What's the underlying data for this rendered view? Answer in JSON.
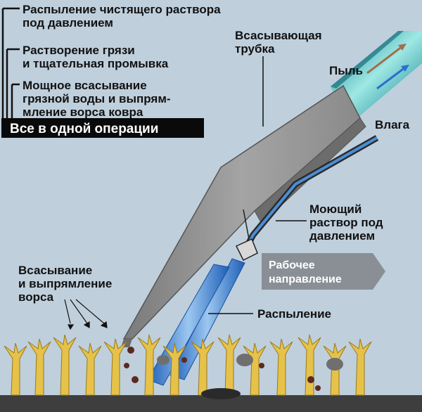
{
  "steps": [
    "Распыление чистящего раствора",
    "под давлением",
    "Растворение грязи",
    "и тщательная промывка",
    "Мощное всасывание",
    "грязной воды и выпрям-",
    "мление ворса ковра"
  ],
  "all_in_one": "Все в одной операции",
  "suction_tube": [
    "Всасывающая",
    "трубка"
  ],
  "dust": "Пыль",
  "moisture": "Влага",
  "detergent": [
    "Моющий",
    "раствор под",
    "давлением"
  ],
  "direction": [
    "Рабочее",
    "направление"
  ],
  "suction_pile": [
    "Всасывание",
    "и выпрямление",
    "ворса"
  ],
  "spray": "Распыление",
  "colors": {
    "background": "#bfcfdc",
    "nozzle": "#8e8e8e",
    "spray_blue": "#3d7fd0",
    "hose_cyan": "#7fd6d6",
    "pile": "#e6c24a",
    "carpet_base": "#4a4a4a",
    "direction_arrow": "#8a8f95"
  }
}
